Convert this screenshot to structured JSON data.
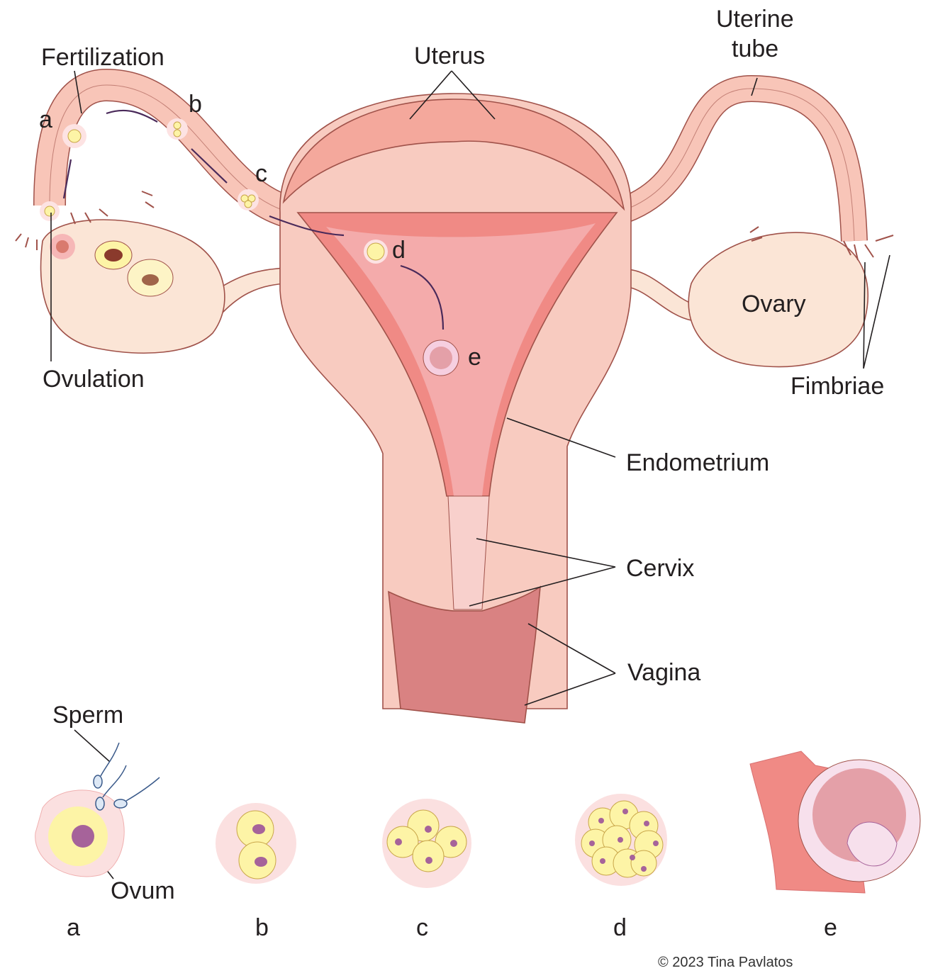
{
  "labels": {
    "fertilization": "Fertilization",
    "uterus": "Uterus",
    "uterine_tube_1": "Uterine",
    "uterine_tube_2": "tube",
    "ovary": "Ovary",
    "fimbriae": "Fimbriae",
    "ovulation": "Ovulation",
    "endometrium": "Endometrium",
    "cervix": "Cervix",
    "vagina": "Vagina",
    "sperm": "Sperm",
    "ovum": "Ovum"
  },
  "stage_markers": [
    "a",
    "b",
    "c",
    "d",
    "e"
  ],
  "copyright": "© 2023 Tina Pavlatos",
  "colors": {
    "uterus_wall": "#f8cbc0",
    "fundus": "#f4a89c",
    "endometrium": "#f08a85",
    "cavity": "#f4abab",
    "vagina": "#d98282",
    "ovary": "#fbe5d6",
    "cell": "#fdf4a6",
    "nucleus": "#a6639a"
  }
}
